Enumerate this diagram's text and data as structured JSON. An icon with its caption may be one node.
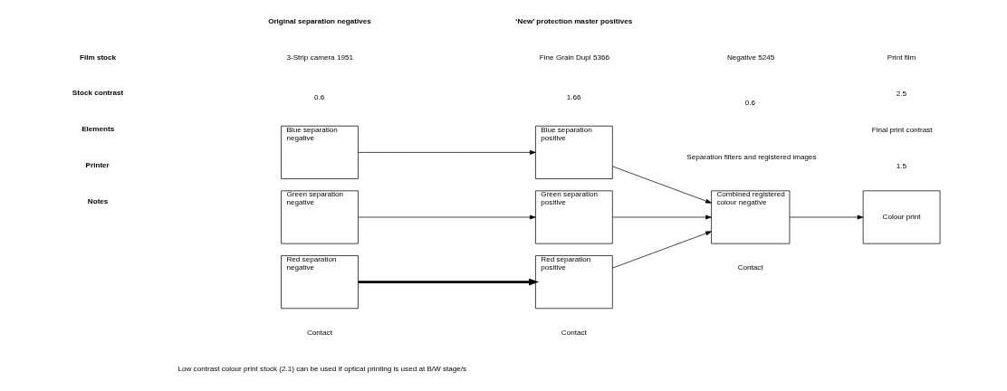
{
  "diagram": {
    "nodes": [
      {
        "text": [
          "Red separation negative"
        ]
      },
      {
        "text": [
          "Red separation positive"
        ]
      },
      {
        "text": [
          "Green separation negative"
        ]
      },
      {
        "text": [
          "Green separation positive"
        ]
      },
      {
        "text": [
          "Blue separation negative"
        ]
      },
      {
        "text": [
          "Blue separation positive"
        ]
      },
      {
        "text": [
          "Combined registered colour negative"
        ]
      },
      {
        "text": [
          "Colour print"
        ]
      }
    ],
    "edges": [
      {
        "from": 0,
        "to": 1,
        "arrow": "to",
        "style": "thick"
      },
      {
        "from": 2,
        "to": 3,
        "arrow": "to"
      },
      {
        "from": 4,
        "to": 5,
        "arrow": "to"
      },
      {
        "from": 1,
        "to": 6,
        "arrow": "to"
      },
      {
        "from": 3,
        "to": 6,
        "arrow": "to"
      },
      {
        "from": 5,
        "to": 6,
        "arrow": "to"
      },
      {
        "from": 6,
        "to": 7,
        "arrow": "to"
      }
    ],
    "labels": [
      "Original separation negatives",
      "‘New’ protection master positives",
      "Film stock",
      "3-Strip camera 1951",
      "Fine Grain Dupl 5366",
      "Negative 5245",
      "Print film",
      "Stock contrast",
      "0.6",
      "1.66",
      "0.6",
      "2.5",
      "Final print contrast",
      "Separation filters and registered images",
      "1.5",
      "Elements",
      "Printer",
      "Contact",
      "Contact",
      "Contact",
      "Notes",
      "Low contrast colour print stock (2.1) can be used if optical printing is used at B/W stage/s"
    ]
  }
}
